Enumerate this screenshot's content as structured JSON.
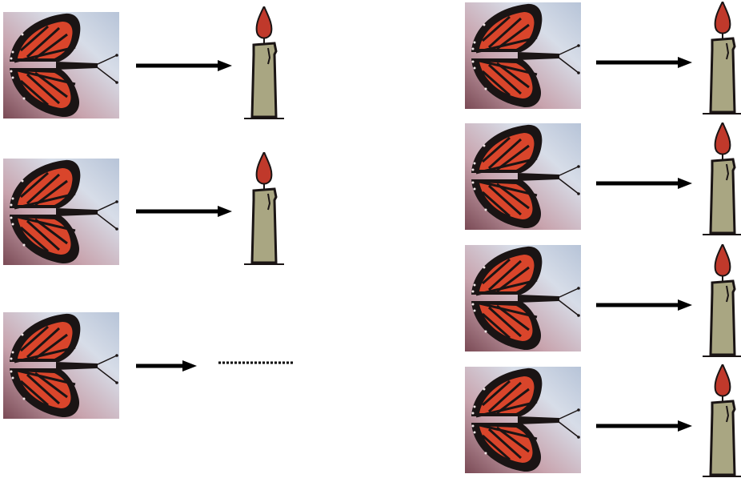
{
  "diagram": {
    "left_column": [
      {
        "kind": "butterfly-to-candle"
      },
      {
        "kind": "butterfly-to-candle"
      },
      {
        "kind": "butterfly-to-continuation"
      }
    ],
    "right_column": [
      {
        "kind": "butterfly-to-candle"
      },
      {
        "kind": "butterfly-to-candle"
      },
      {
        "kind": "butterfly-to-candle"
      },
      {
        "kind": "butterfly-to-candle"
      }
    ],
    "colors": {
      "arrow": "#000000",
      "wing_orange": "#d9452b",
      "wing_black": "#1a1414",
      "candle_body": "#a9a682",
      "flame": "#c0392b",
      "background_pink": "#c8a3ad",
      "background_blue": "#c4d0e0"
    },
    "icons": [
      "butterfly-icon",
      "right-arrow-icon",
      "candle-icon",
      "dotted-line-icon"
    ]
  }
}
